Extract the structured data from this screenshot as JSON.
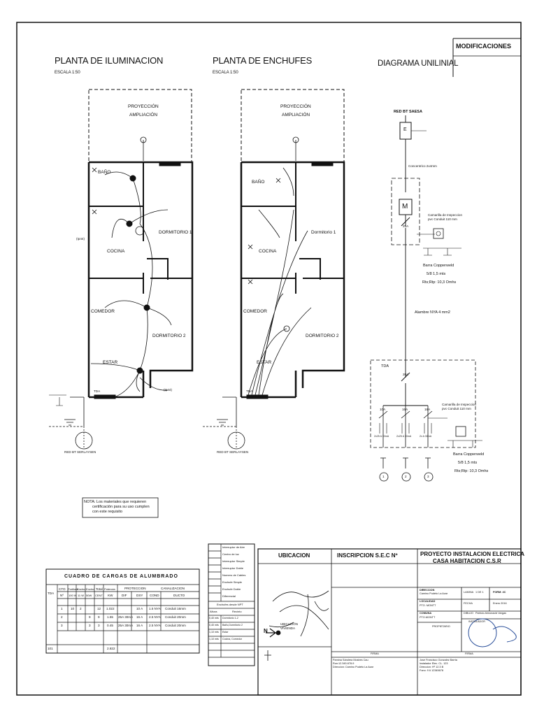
{
  "sheet": {
    "modifications_label": "MODIFICACIONES"
  },
  "lighting_plan": {
    "title": "PLANTA DE ILUMINACION",
    "scale": "ESCALA 1:50",
    "projection": [
      "PROYECCIÓN",
      "AMPLIACIÓN"
    ],
    "rooms": {
      "bath": "BAÑO",
      "bedroom1": "DORMITORIO 1",
      "kitchen": "COCINA",
      "dining": "COMEDOR",
      "bedroom2": "DORMITORIO 2",
      "living": "ESTAR"
    },
    "ext_left": "(Ip44)",
    "ext_right": "(Ip44)",
    "tda": "TDA",
    "grid": "RED BT SERLAYSEN"
  },
  "outlet_plan": {
    "title": "PLANTA DE ENCHUFES",
    "scale": "ESCALA 1:50",
    "projection": [
      "PROYECCIÓN",
      "AMPLIACIÓN"
    ],
    "rooms": {
      "bath": "BAÑO",
      "bedroom1": "Dormitorio 1",
      "kitchen": "COCINA",
      "dining": "COMEDOR",
      "bedroom2": "DORMITORIO 2",
      "living": "ESTAR"
    },
    "tda": "TDA",
    "grid": "RED BT SERLAYSEN"
  },
  "unilinear": {
    "title": "DIAGRAMA UNILINIAL",
    "network": "RED BT SAESA",
    "meter": "E",
    "concentric": "Concentrico 2x4mm",
    "meter_box": "M",
    "main_breaker": "25A",
    "inspection_top": [
      "Camarilla de Inspeccion",
      "pvc Conduit 110 mm"
    ],
    "ground_top": [
      "Barra Copperweld",
      "5/8  1,5 mts",
      "Rts;Rtp: 10,3 Omhs"
    ],
    "wire": "Alambre NYA 4 mm2",
    "tda": "TDA",
    "tda_breaker": "20A",
    "circuits": [
      {
        "breaker": "10A",
        "diff": "2x25 A 30mA",
        "num": "1"
      },
      {
        "breaker": "16A",
        "diff": "2x25 A 30mA",
        "num": "2"
      },
      {
        "breaker": "16A",
        "diff": "2x A 30mA",
        "num": "3"
      }
    ],
    "inspection_bottom": [
      "Camarilla de Inspeccion",
      "pvc Conduit 110 mm"
    ],
    "ground_bottom": [
      "Barra Copperweld",
      "5/8  1,5 mts",
      "Rts;Rtp: 10,3 Omhs"
    ]
  },
  "note": {
    "lines": [
      "NOTA: Los materiales que requieren",
      "certificación para su uso cumplen",
      "con este requisito"
    ]
  },
  "legend": {
    "symbols": [
      "Interruptor de Aire",
      "Centro de luz",
      "Interruptor Simple",
      "Interruptor Doble",
      "Numero de Cables",
      "Enchufe Simple",
      "Enchufe Doble",
      "Diferencial"
    ],
    "sub_title": "Enchufes desde NPT",
    "sub_header": [
      "Altura",
      "Recinto"
    ],
    "sub_rows": [
      [
        "0,40 mts",
        "Dormitorio 1-2"
      ],
      [
        "0,40 mts",
        "Baño,Dormitorio 2"
      ],
      [
        "1,10 mts",
        "Estar"
      ],
      [
        "1,10 mts",
        "Cocina, Comedor"
      ]
    ]
  },
  "load_table": {
    "title": "CUADRO  DE  CARGAS  DE  ALUMBRADO",
    "h1": [
      "TDA",
      "CTO",
      "Portilam",
      "Enchuf",
      "Enchuf",
      "Total",
      "Potencia",
      "PROTECCION",
      "CANALIZACION"
    ],
    "h2": [
      "Nº",
      "100 W",
      "11 W",
      "50W",
      "CENT",
      "KW",
      "DIF",
      "DSY",
      "COND",
      "DUCTO"
    ],
    "rows": [
      [
        "1",
        "10",
        "2",
        "",
        "12",
        "1.022",
        "",
        "10 A",
        "1.5 NYA",
        "Conduit 16mm"
      ],
      [
        "2",
        "",
        "",
        "9",
        "9",
        "1.55",
        "25A 30mA",
        "16 A",
        "2.5 NYA",
        "Conduit 20mm"
      ],
      [
        "3",
        "",
        "",
        "3",
        "3",
        "0.45",
        "25A 30mA",
        "16 A",
        "2.5 NYA",
        "Conduit 20mm"
      ]
    ],
    "tda_no": "101",
    "total": "2.822"
  },
  "title_block": {
    "location": "UBICACION",
    "inscription": "INSCRIPCION  S.E.C  Nº",
    "project": [
      "PROYECTO INSTALACION ELECTRICA",
      "CASA HABITACION C.S.R"
    ],
    "map_label": [
      "UBICACIÓN",
      "VIVIENDA"
    ],
    "north": "N",
    "fields": [
      [
        "DIRECCION",
        "Camino Pudeto La Azar"
      ],
      [
        "LOCALIDAD",
        "PTO. MONTT"
      ],
      [
        "COMUNA",
        "PTO.MONTT"
      ]
    ],
    "owner": "PROPIETARIO",
    "sheet_lbl": "LAMINA",
    "sheet_val": "1 DE 1",
    "form_lbl": "FORM: 4C",
    "date_lbl": "FECHA",
    "date_val": "Enero 2016",
    "drawn_lbl": "DIBUJO",
    "drawn_val": "Patricio Almonacid Vargas",
    "installer_lbl": "INSTALADOR",
    "sig1": "FIRMA",
    "sig2": "FIRMA",
    "owner_footer": [
      "Pamina Sándrea Mosbes Cau",
      "Run:12.345.678-9",
      "Direccion: Camino Pudeto La Azar"
    ],
    "installer_footer": [
      "Jose Francisco Gonzalez Barria",
      "Instalador Elec. CL. 123",
      "Direccion: Hº 12.3 B",
      "Fono: 9 6 12345678"
    ]
  }
}
